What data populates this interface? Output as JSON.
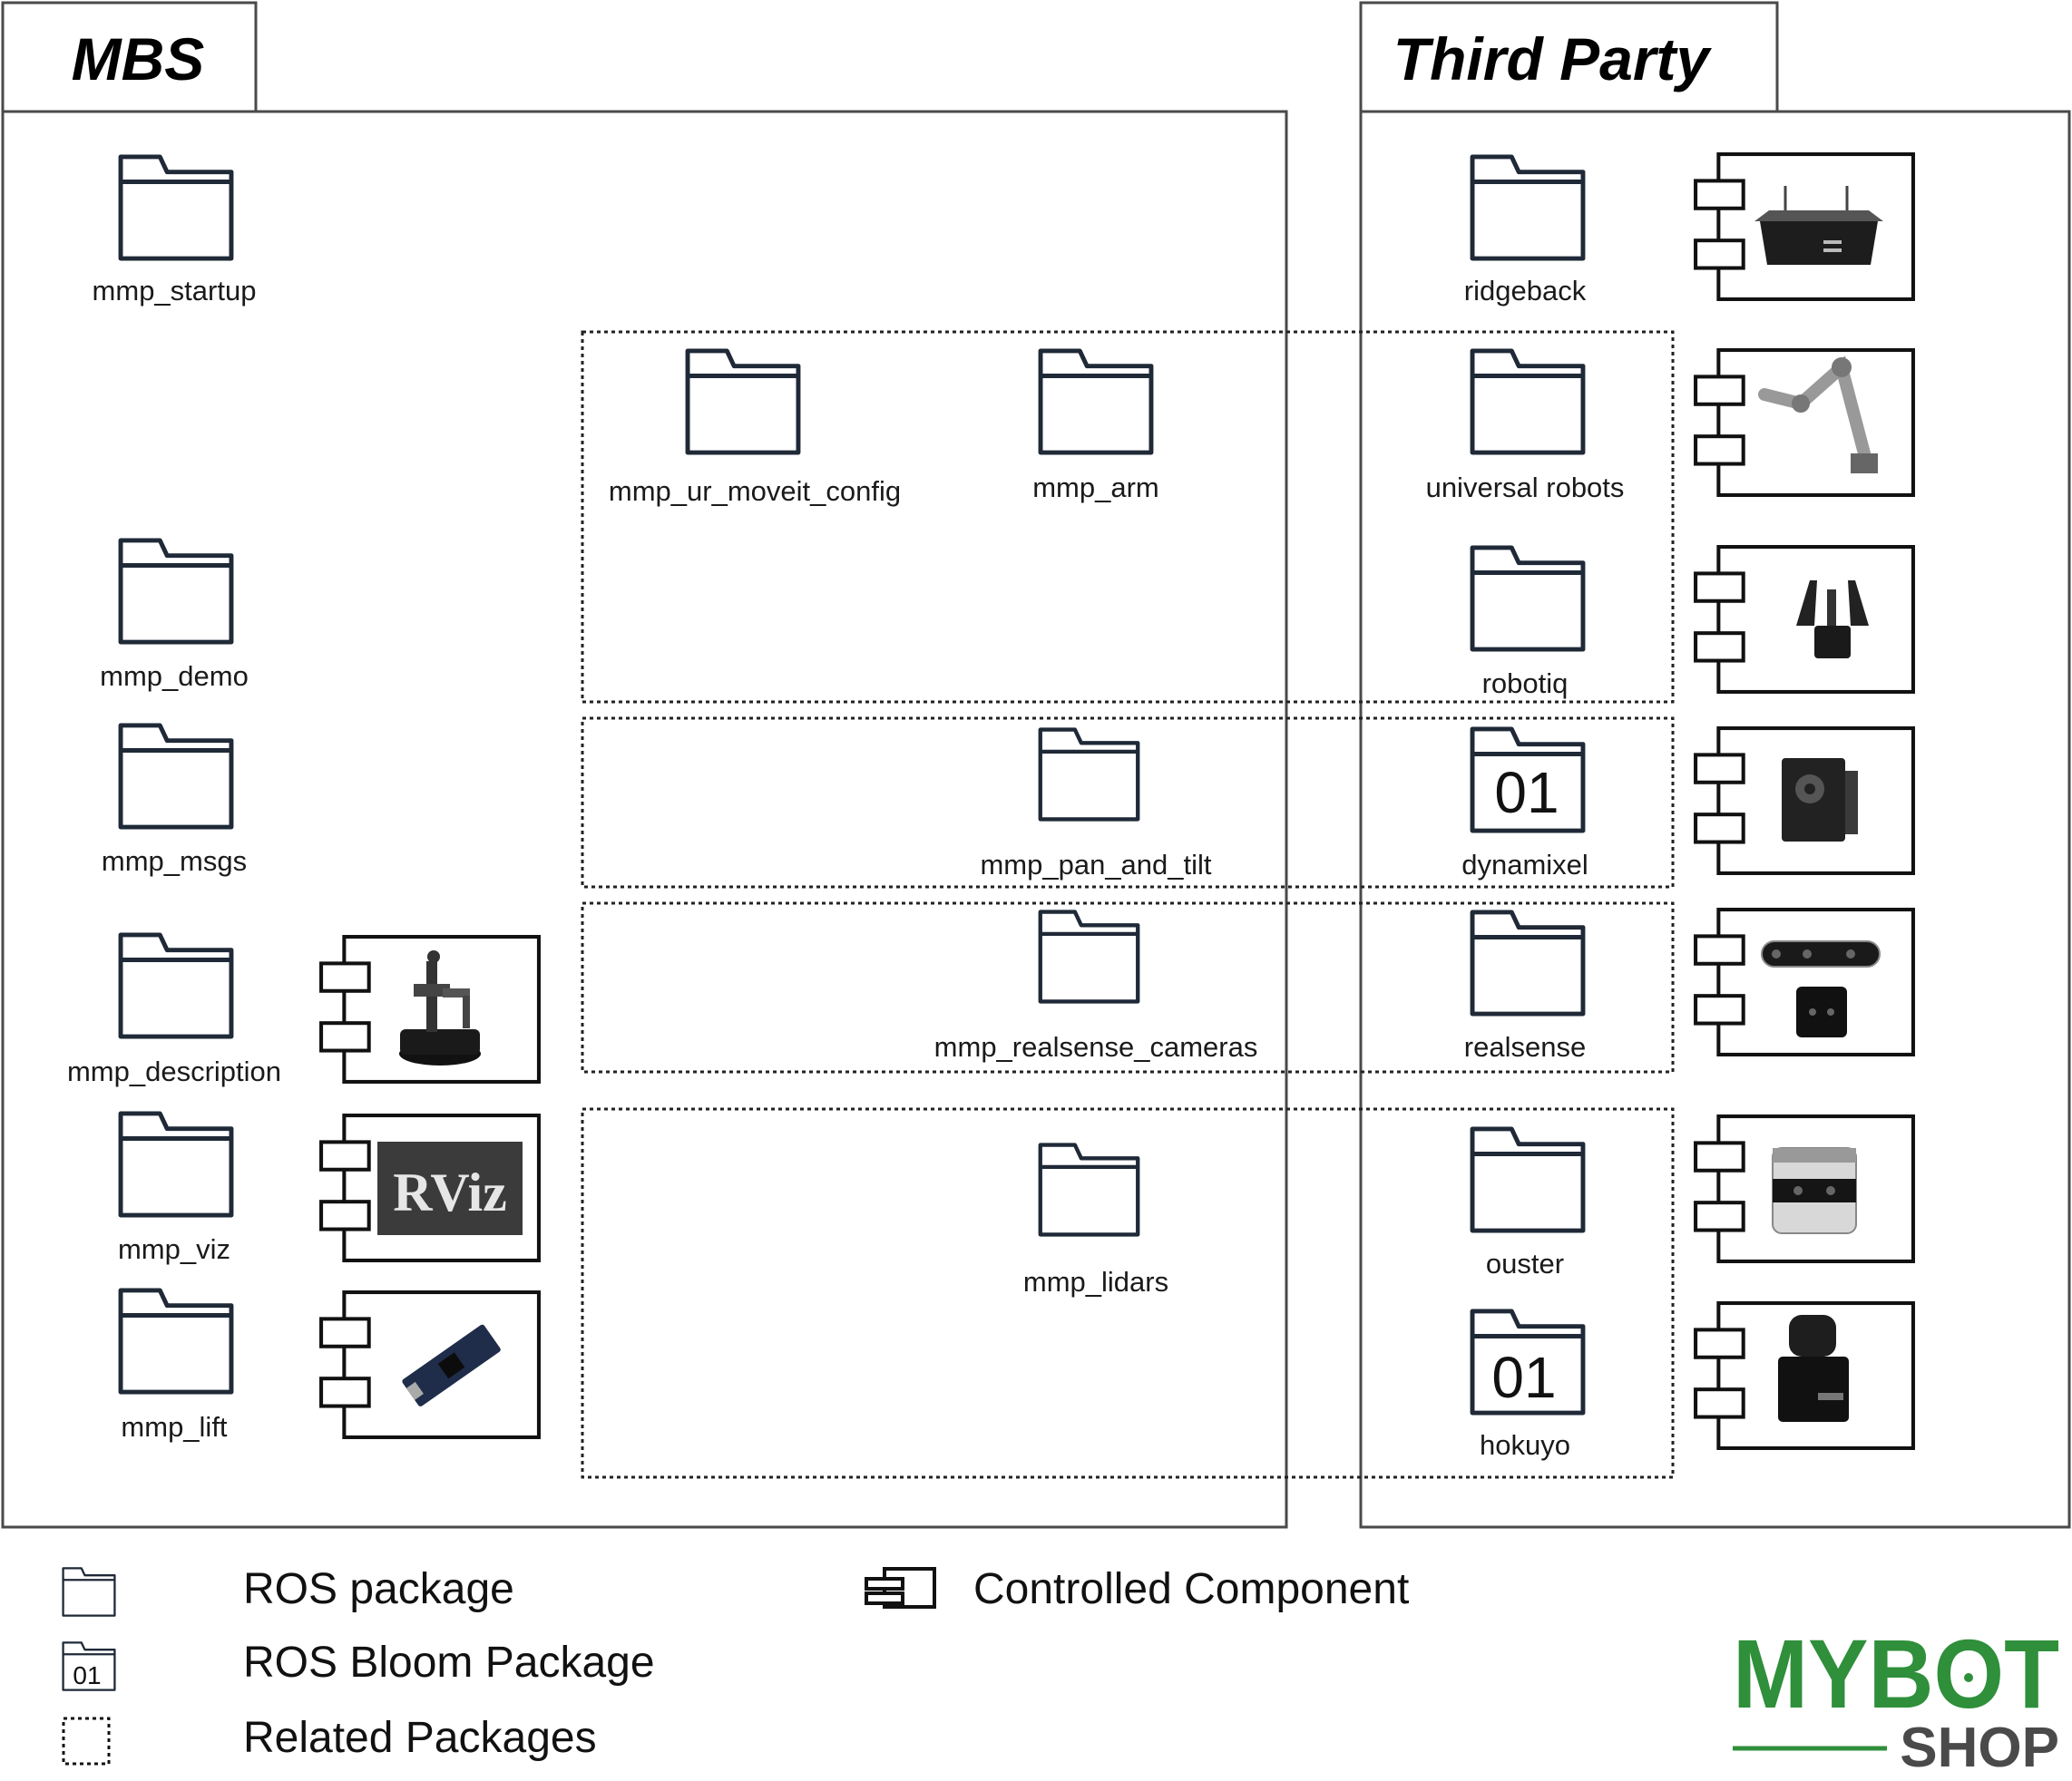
{
  "groups": {
    "mbs": {
      "title": "MBS"
    },
    "third_party": {
      "title": "Third Party"
    }
  },
  "packages": {
    "mmp_startup": "mmp_startup",
    "mmp_demo": "mmp_demo",
    "mmp_msgs": "mmp_msgs",
    "mmp_description": "mmp_description",
    "mmp_viz": "mmp_viz",
    "mmp_lift": "mmp_lift",
    "mmp_ur_moveit_config": "mmp_ur_moveit_config",
    "mmp_arm": "mmp_arm",
    "mmp_pan_and_tilt": "mmp_pan_and_tilt",
    "mmp_realsense_cameras": "mmp_realsense_cameras",
    "mmp_lidars": "mmp_lidars",
    "ridgeback": "ridgeback",
    "universal_robots": "universal robots",
    "robotiq": "robotiq",
    "dynamixel": "dynamixel",
    "realsense": "realsense",
    "ouster": "ouster",
    "hokuyo": "hokuyo"
  },
  "bloom_number": "01",
  "rviz_logo_text": "RViz",
  "legend": {
    "ros_package": "ROS package",
    "ros_bloom_package": "ROS Bloom Package",
    "related_packages": "Related Packages",
    "controlled_component": "Controlled Component"
  },
  "brand": {
    "top": "MYBOT",
    "bottom": "SHOP"
  },
  "colors": {
    "icon_stroke": "#1f2937",
    "frame_stroke": "#4a4a4a",
    "brand_green": "#2f8f3a",
    "brand_gray": "#4a4a4a"
  }
}
